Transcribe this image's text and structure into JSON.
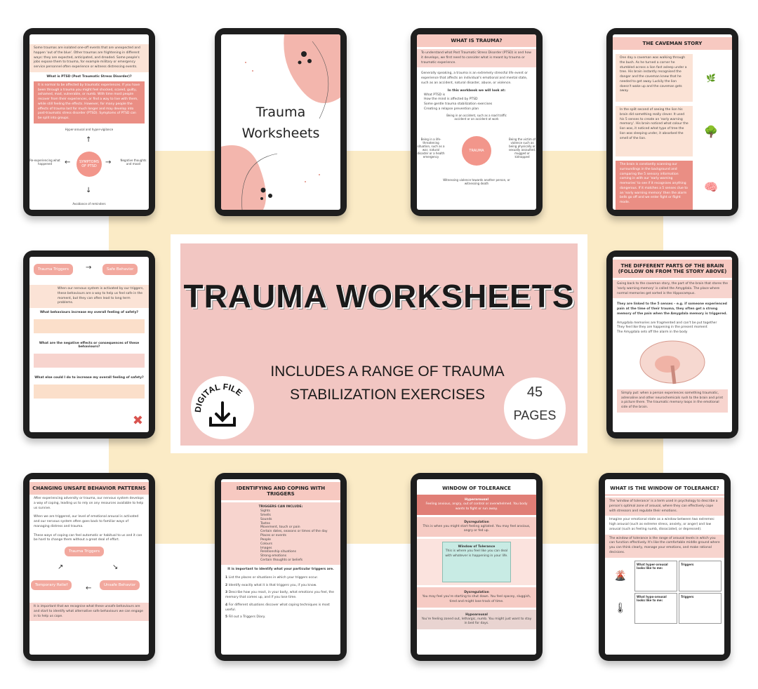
{
  "banner": {
    "title": "TRAUMA WORKSHEETS",
    "subtitle_line1": "INCLUDES A RANGE OF TRAUMA",
    "subtitle_line2": "STABILIZATION EXERCISES",
    "file_badge": "DIGITAL FILE",
    "pages_number": "45",
    "pages_label": "PAGES"
  },
  "colors": {
    "accent_pink": "#f2c6c2",
    "cream": "#fbebc6",
    "rose": "#ea8e84",
    "tablet": "#1e1e1e"
  },
  "tiles": {
    "ptsd": {
      "intro": "Some traumas are isolated one-off events that are unexpected and happen 'out of the blue'. Other traumas are frightening in different ways: they are expected, anticipated, and dreaded. Some people's jobs expose them to trauma, for example military or emergency service personnel often experience or witness distressing events.",
      "question": "What is PTSD (Post Traumatic Stress Disorder)?",
      "body": "It is normal to be affected by traumatic experiences. If you have been through a trauma you might feel shocked, scared, guilty, ashamed, mad, vulnerable, or numb. With time most people recover from their experiences, or find a way to live with them, while still feeling the effects. However, for many people the effects of trauma last for much longer and may develop into post-traumatic stress disorder (PTSD). Symptoms of PTSD can be split into groups.",
      "center": "SYMPTOMS OF PTSD",
      "top": "Hyper-arousal and hyper-vigilance",
      "left": "Re-experiencing what happened",
      "right": "Negative thoughts and mood",
      "bottom": "Avoidance of reminders"
    },
    "cover": {
      "line1": "Trauma",
      "line2": "Worksheets"
    },
    "what_is_trauma": {
      "title": "WHAT IS TRAUMA?",
      "intro": "To understand what Post Traumatic Stress Disorder (PTSD) is and how it develops, we first need to consider what is meant by trauma or traumatic experience.",
      "body": "Generally speaking, a trauma is an extremely stressful life event or experience that affects an individual's emotional and mental state, such as an accident, natural disaster, abuse, or violence.",
      "list_title": "In this workbook we will look at:",
      "list": [
        "What PTSD is",
        "How the mind is affected by PTSD",
        "Some gentle trauma stabilization exercises",
        "Creating a relapse prevention plan"
      ],
      "center": "TRAUMA",
      "top": "Being in an accident, such as a road traffic accident or an accident at work",
      "left": "Being in a life-threatening situation, such as a war, natural disaster or a health emergency",
      "right": "Being the victim of violence such as being physically or sexually assaulted, mugged or kidnapped",
      "bottom": "Witnessing violence towards another person, or witnessing death"
    },
    "caveman": {
      "title": "THE CAVEMAN STORY",
      "p1": "One day a caveman was walking through the bush. As he turned a corner he stumbled across a lion fast asleep under a tree. His brain instantly recognised the danger and the caveman knew that he needed to get away. Luckily the lion doesn't wake up and the caveman gets away.",
      "p2": "In the split second of seeing the lion his brain did something really clever. It used his 5 senses to create an 'early warning memory'. His brain noticed what colour the lion was, it noticed what type of tree the lion was sleeping under, it absorbed the smell of the lion.",
      "p3": "The brain is constantly scanning our surroundings in the background and comparing the 5 sensory information coming in with our 'early warning memories' to see if it recognises anything dangerous. If it matches a 5 senses clue to an 'early warning memory' then the alarm bells go off and we enter fight or flight mode."
    },
    "triggers_safe": {
      "pill_left": "Trauma Triggers",
      "pill_right": "Safe Behavior",
      "intro": "When our nervous system is activated by our triggers, these behaviours are a way to help us feel safe in the moment, but they can often lead to long term problems.",
      "q1": "What behaviours increase my overall feeling of safety?",
      "q2": "What are the negative effects or consequences of these behaviours?",
      "q3": "What else could I do to increase my overall feeling of safety?"
    },
    "brain": {
      "title": "THE DIFFERENT PARTS OF THE BRAIN (FOLLOW ON FROM THE STORY ABOVE)",
      "intro": "Going back to the caveman story, the part of the brain that stores the 'early warning memory' is called the Amygdala. The place where normal memories get sorted is the Hippocampus.",
      "linked": "They are linked to the 5 senses – e.g. if someone experienced pain at the time of their trauma, they often get a strong memory of the pain when the Amygdala memory is triggered.",
      "bullets": [
        "Amygdala memories are fragmented and can't be put together",
        "They feel like they are happening in the present moment",
        "The Amygdala sets off the alarm in the body"
      ],
      "outro": "Simply put: when a person experiences something traumatic, adrenaline and other neurochemicals rush to the brain and print a picture there. The traumatic memory loops in the emotional side of the brain."
    },
    "changing": {
      "title": "CHANGING UNSAFE BEHAVIOR PATTERNS",
      "intro": "After experiencing adversity or trauma, our nervous system develops a way of coping, leading us to rely on any resources available to help us survive.",
      "p2": "When we are triggered, our level of emotional arousal is activated and our nervous system often goes back to familiar ways of managing distress and trauma.",
      "p3": "These ways of coping can feel automatic or habitual to us and it can be hard to change them without a great deal of effort.",
      "cycle_top": "Trauma Triggers",
      "cycle_left": "Temporary Relief",
      "cycle_right": "Unsafe Behavior",
      "outro": "It is important that we recognise what these unsafe behaviours are and start to identify what alternative safe behaviours we can engage in to help us cope."
    },
    "identifying": {
      "title": "IDENTIFYING AND COPING WITH TRIGGERS",
      "subtitle": "TRIGGERS CAN INCLUDE:",
      "list": [
        "Sights",
        "Smells",
        "Sounds",
        "Tastes",
        "Movement, touch or pain",
        "Certain dates, seasons or times of the day",
        "Places or events",
        "People",
        "Colours",
        "Images",
        "Relationship situations",
        "Strong emotions",
        "Certain thoughts or beliefs"
      ],
      "note": "It is important to identify what your particular triggers are.",
      "steps": [
        "List the places or situations in which your triggers occur.",
        "Identify exactly what it is that triggers you, if you know.",
        "Describe how you react, in your body, what emotions you feel, the memory that comes up, and if you lose time.",
        "For different situations discover what coping techniques is most useful.",
        "Fill out a Triggers Diary."
      ]
    },
    "window": {
      "title": "WINDOW OF TOLERANCE",
      "hyper": "Hyperarousal",
      "hyper_desc": "Feeling anxious, angry, out of control or overwhelmed. You body wants to fight or run away.",
      "dys1": "Dysregulation",
      "dys1_desc": "This is when you might start feeling agitated. You may feel anxious, angry or fed up.",
      "window": "Window of Tolerance",
      "window_desc": "This is where you feel like you can deal with whatever is happening in your life.",
      "dys2": "Dysregulation",
      "dys2_desc": "You may feel you're starting to shut down. You feel spacey, sluggish, tired and might lose track of time.",
      "hypo": "Hypoarousal",
      "hypo_desc": "You're feeling zoned out, lethargic, numb. You might just want to stay in bed for days."
    },
    "what_window": {
      "title": "WHAT IS THE WINDOW OF TOLERANCE?",
      "p1": "The 'window of tolerance' is a term used in psychology to describe a person's optimal zone of arousal, where they can effectively cope with stressors and regulate their emotions.",
      "p2": "Imagine your emotional state as a window between two extremes: high arousal (such as extreme stress, anxiety, or anger) and low arousal (such as feeling numb, dissociated, or depressed).",
      "p3": "The window of tolerance is the range of arousal levels in which you can function effectively. It's like the comfortable middle ground where you can think clearly, manage your emotions, and make rational decisions.",
      "cell_hyper": "What hyper-arousal looks like to me:",
      "cell_triggers1": "Triggers",
      "cell_hypo": "What hypo-arousal looks like to me:",
      "cell_triggers2": "Triggers"
    }
  }
}
